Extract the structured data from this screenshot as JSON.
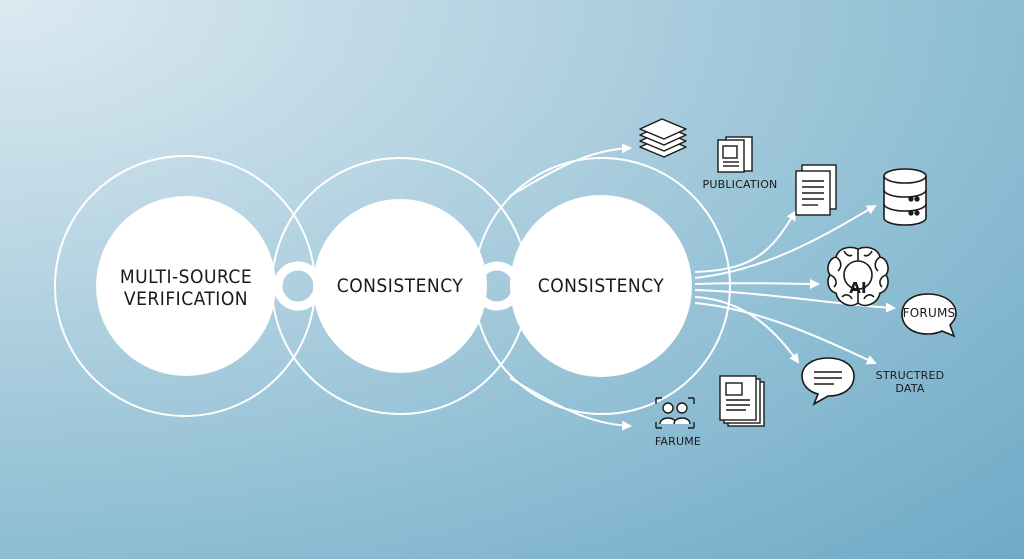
{
  "nodes": {
    "verification": "MULTI-SOURCE VERIFICATION",
    "verification_line1": "MULTI-SOURCE",
    "verification_line2": "VERIFICATION",
    "consistency_1": "CONSISTENCY",
    "consistency_2": "CONSISTENCY"
  },
  "outputs": {
    "publication": "PUBLICATION",
    "ai": "AI",
    "forums": "FORUMS",
    "structured_data_line1": "STRUCTRED",
    "structured_data_line2": "DATA",
    "farume": "FARUME"
  },
  "icons": [
    "stack-icon",
    "publication-icon",
    "document-icon",
    "database-icon",
    "brain-icon",
    "forums-speech-bubble-icon",
    "chat-bubble-icon",
    "structured-data-icon",
    "document-stack-icon",
    "people-icon"
  ],
  "colors": {
    "background_start": "#dceaf1",
    "background_end": "#6eaac6",
    "node_fill": "#ffffff",
    "line": "#ffffff",
    "ink": "#1a1a1a"
  }
}
